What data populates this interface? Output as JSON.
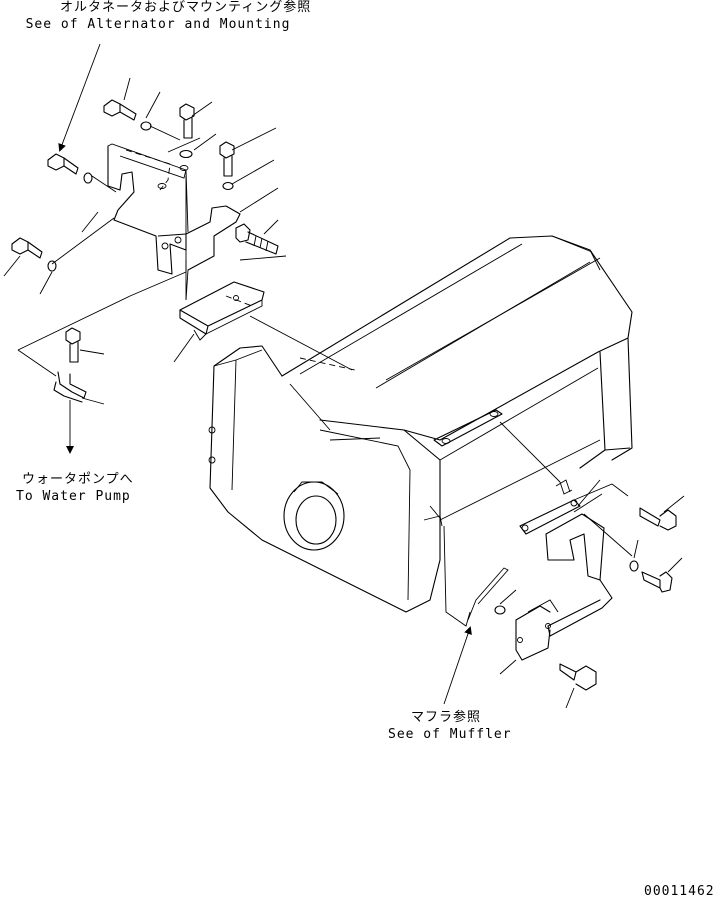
{
  "labels": {
    "alternator_jp": "オルタネータおよびマウンティング参照",
    "alternator_en": "See of Alternator and Mounting",
    "water_pump_jp": "ウォータポンプへ",
    "water_pump_en": "To Water Pump",
    "muffler_jp": "マフラ参照",
    "muffler_en": "See of Muffler",
    "drawing_number": "00011462"
  },
  "colors": {
    "line": "#000000",
    "background": "#ffffff"
  }
}
